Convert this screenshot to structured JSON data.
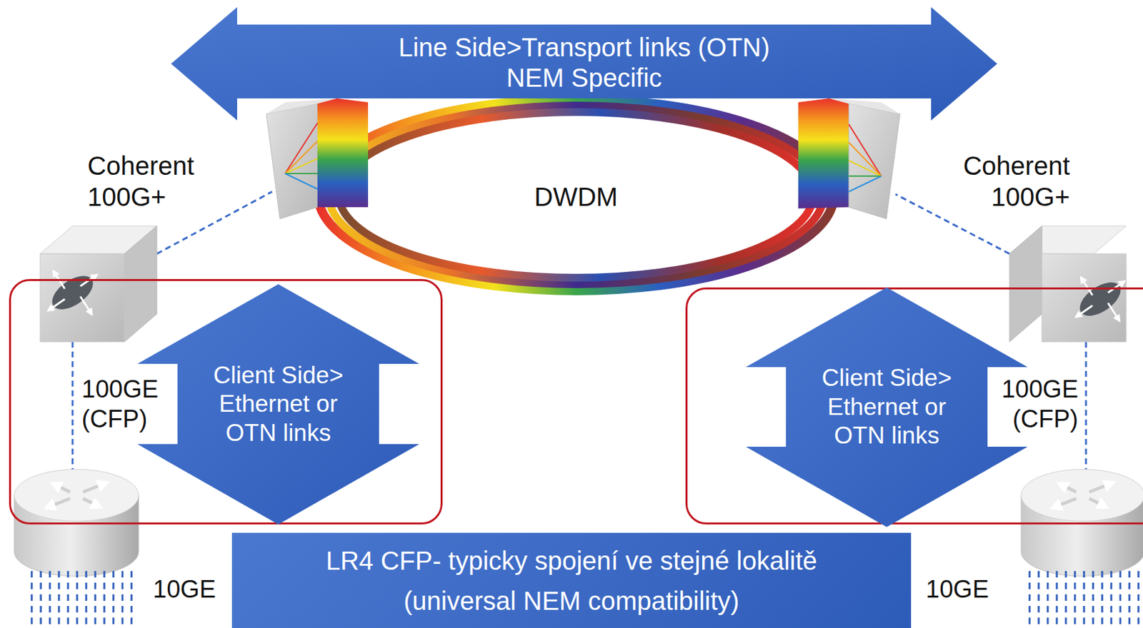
{
  "diagram": {
    "nodes": [
      {
        "text": [
          "Line Side>Transport links (OTN) NEM Specific"
        ]
      },
      {
        "text": [
          "100GE (CFP)"
        ]
      },
      {
        "text": [
          "Client Side> Ethernet or OTN links"
        ],
        "in": 1
      },
      {
        "text": [
          "100GE (CFP)"
        ]
      },
      {
        "text": [
          "Client Side> Ethernet or OTN links"
        ],
        "in": 3
      },
      {
        "text": [
          "LR4 CFP- typicky spojení ve stejné lokalitě (universal NEM compatibility)"
        ]
      }
    ],
    "labels": [
      "Coherent 100G+",
      "DWDM",
      "Coherent 100G+",
      "10GE",
      "10GE"
    ]
  }
}
